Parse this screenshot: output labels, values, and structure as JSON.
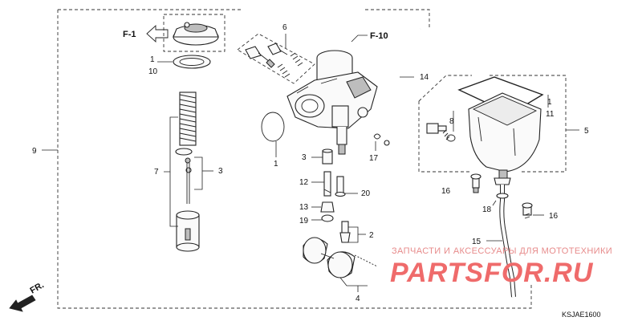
{
  "refs": {
    "f1": "F-1",
    "f10": "F-10",
    "fr": "FR."
  },
  "callouts": {
    "c1_top": "1",
    "c10": "10",
    "c6": "6",
    "c14": "14",
    "c1_ring": "1",
    "c8": "8",
    "c11": "11",
    "c1_tank": "1",
    "c5": "5",
    "c9": "9",
    "c7": "7",
    "c3_left": "3",
    "c3_mid": "3",
    "c17": "17",
    "c12": "12",
    "c20": "20",
    "c13": "13",
    "c19": "19",
    "c16_left": "16",
    "c18": "18",
    "c16_right": "16",
    "c2": "2",
    "c15": "15",
    "c4": "4"
  },
  "watermark": {
    "subtitle": "ЗАПЧАСТИ И АКСЕССУАРЫ ДЛЯ МОТОТЕХНИКИ",
    "brand": "PARTSFOR.RU"
  },
  "diagram_code": "KSJAE1600"
}
